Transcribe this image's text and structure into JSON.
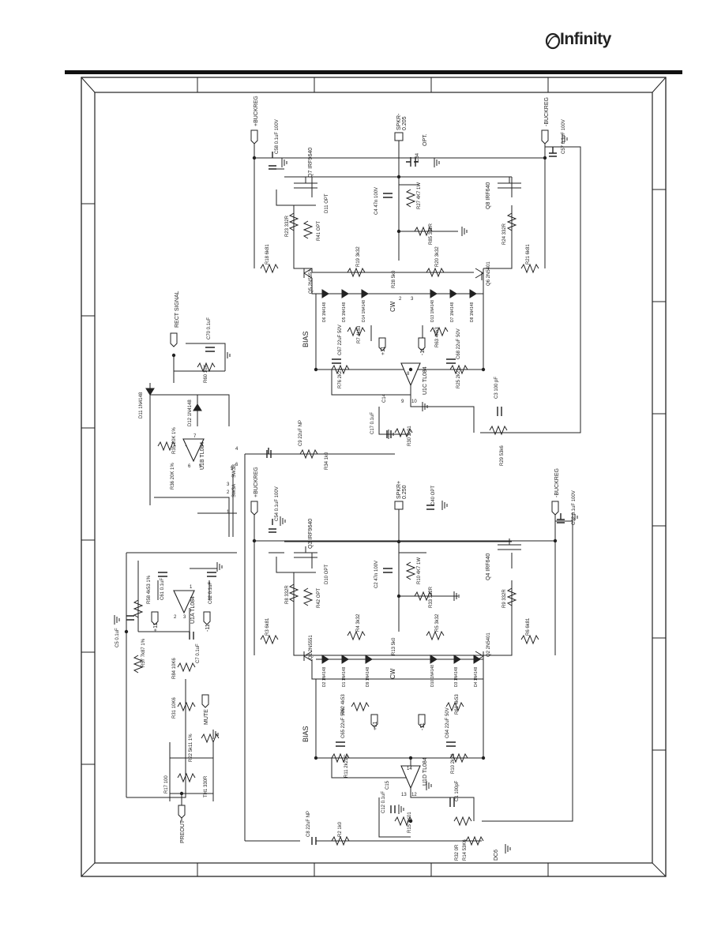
{
  "brand": {
    "name": "Infinity"
  },
  "labels": {
    "buckreg_pos": "+BUCKREG",
    "buckreg_neg": "-BUCKREG",
    "spkr_neg": "SPKR-",
    "spkr_neg_val": "0.205",
    "spkr_pos": "SPKR+",
    "spkr_pos_val": "0.250",
    "rect_signal": "RECT SIGNAL",
    "bias": "BIAS",
    "cw": "CW",
    "mute": "MUTE",
    "preout": "PREOUT",
    "dc6": "DC6",
    "opt": "OPT.",
    "plus11": "+11",
    "minus11": "-11"
  },
  "parts": {
    "c58": "C58 0.1uF 100V",
    "c57": "C57 0.1uF 100V",
    "c54": "C54 0.1uF 100V",
    "c52": "C52 0.1uF 100V",
    "q7": "Q7 IRF9640",
    "q8": "Q8 IRF640",
    "q3": "Q3 IRF9640",
    "q4": "Q4 IRF640",
    "q5": "Q5 2N5551",
    "q6": "Q6 2N5401",
    "q1": "Q1 2N5551",
    "q2": "Q2 2N5401",
    "c4": "C4 47n 100V",
    "r27": "R27 4K7 1W",
    "c2": "C2 47n 100V",
    "r10": "R10 4K7 1W",
    "r85": "R85 332R",
    "r33": "R33 332R",
    "r23": "R23 332R",
    "r24": "R24 332R",
    "r8": "R8 332R",
    "r9": "R9 332R",
    "r41": "R41 OPT",
    "r42": "R42 OPT",
    "d11b": "D11 OPT",
    "d10b": "D10 OPT",
    "r18": "R18 6k81",
    "r21": "R21 6k81",
    "r3": "R3 6k81",
    "r6": "R6 6k81",
    "r19": "R19 3k32",
    "r20": "R20 3k32",
    "r4": "R4 3k32",
    "r5": "R5 3k32",
    "r28": "R28 5k0",
    "r13": "R13 5k0",
    "r7": "R7 4k53",
    "r63": "R63 4k53",
    "r62": "R62 4k53",
    "r61": "R61 4k53",
    "c67": "C67 22uF 50V",
    "c68": "C68 22uF 50V",
    "c65": "C65 22uF 50V",
    "c64": "C64 22uF 50V",
    "r76": "R76 2k21",
    "r25": "R25 2k21",
    "r11": "R11 2k21C",
    "r10b": "R10 2k21",
    "u1c": "U1C TL084",
    "u1d": "U1D TL084",
    "u1b": "U1B TL084",
    "u1a": "U1A TL084",
    "c3": "C3 100 pF",
    "r29": "R29 53k6",
    "c1": "C1 100pF",
    "r14": "R14 53K6",
    "c14": "C14",
    "c15": "C15",
    "c17": "C17 0.1uF",
    "c12": "C12 0.1uF",
    "r30": "R30 3k01",
    "r15": "R15 3K01",
    "r34": "R34 1k0",
    "r2": "R2 1k0",
    "c9": "C9 22uF NP",
    "c8": "C8 22uF NP",
    "r32": "R32 0R",
    "d11": "D11 1N4148",
    "d12": "D12 1N4148",
    "r35": "R35 20K 1%",
    "r36": "R36 20K 1%",
    "sw3a": "SW3A",
    "sw3b": "SW3B",
    "r60": "R60 10K",
    "c70": "C70 0.1uF",
    "c61": "C61 0.1uF",
    "c62": "C62 0.1uF",
    "r58": "R58 4k53 1%",
    "r57": "R57 7k87 1%",
    "c5": "C5 0.1uF",
    "c7": "C7 0.1uF",
    "r84": "R84 10K6",
    "r31": "R31 10K6",
    "r22": "R22 5k11 1%",
    "r17": "R17 100",
    "th1": "TH1 330R",
    "c34": "C34",
    "c40": "C40 OPT",
    "d_top": [
      "D6 1N4148",
      "D5 1N4148",
      "D14 1N4148",
      "D13 1N4148",
      "D7 1N4148",
      "D8 1N4148"
    ],
    "d_bot": [
      "D2 1N4148",
      "D1 1N4148",
      "D9 1N4148",
      "D10 1N4148",
      "D3 1N4148",
      "D4 1N4148"
    ]
  },
  "pins": {
    "u1c": [
      "9",
      "10",
      "8"
    ],
    "u1d": [
      "13",
      "12",
      "14"
    ],
    "u1b": [
      "6",
      "5",
      "7"
    ],
    "u1a": [
      "2",
      "3",
      "1"
    ],
    "pot": [
      "2",
      "3"
    ],
    "sw": [
      "2",
      "3",
      "1",
      "5",
      "6",
      "4"
    ]
  }
}
